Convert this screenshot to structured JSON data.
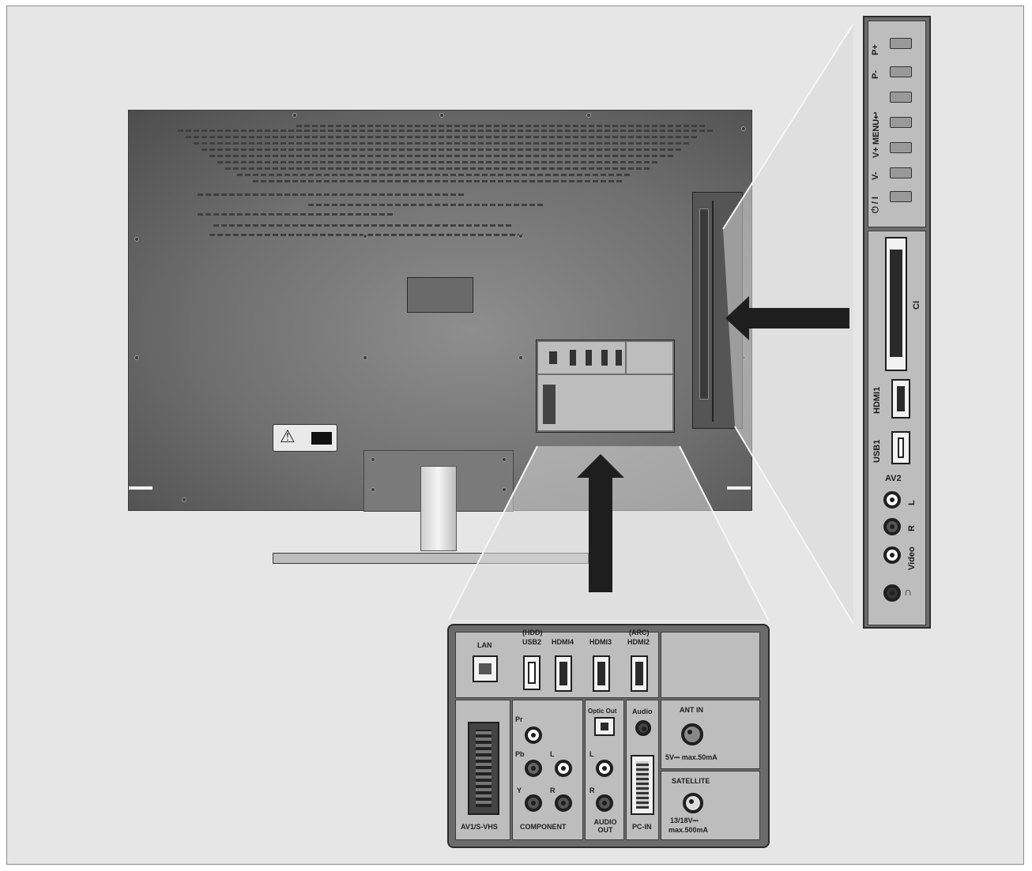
{
  "side_panel": {
    "buttons": [
      "P+",
      "P-",
      "V+ MENU↩",
      "V-",
      "⏻ / I"
    ],
    "ci": "CI",
    "hdmi1": "HDMI1",
    "usb1": "USB1",
    "av2": "AV2",
    "av2_l": "L",
    "av2_r": "R",
    "av2_video": "Video",
    "headphone": "∩"
  },
  "bottom_panel": {
    "lan": "LAN",
    "usb2_hdd": "(HDD)",
    "usb2": "USB2",
    "hdmi4": "HDMI4",
    "hdmi3": "HDMI3",
    "hdmi2_arc": "(ARC)",
    "hdmi2": "HDMI2",
    "scart": "AV1/S-VHS",
    "pr": "Pr",
    "pb": "Pb",
    "y": "Y",
    "comp_l": "L",
    "comp_r": "R",
    "component": "COMPONENT",
    "optic_out": "Optic Out",
    "audio_out_l": "L",
    "audio_out_r": "R",
    "audio_out": "AUDIO OUT",
    "audio": "Audio",
    "pc_in": "PC-IN",
    "ant_in": "ANT IN",
    "ant_power": "5V⎓ max.50mA",
    "satellite": "SATELLITE",
    "sat_power_1": "13/18V⎓",
    "sat_power_2": "max.500mA"
  },
  "tv_back": {
    "warning_symbol": "⚠"
  }
}
